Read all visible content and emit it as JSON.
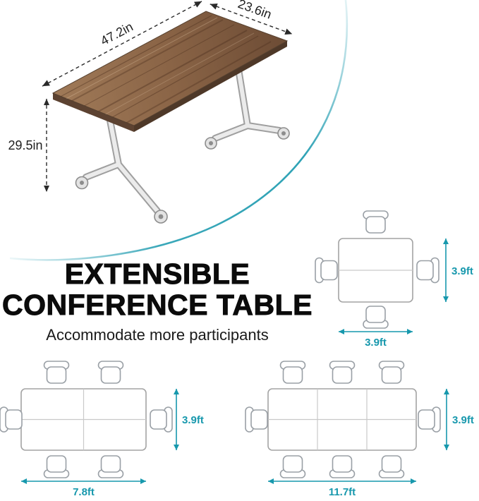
{
  "colors": {
    "accent": "#1798ad",
    "wood": "#8a6446",
    "headline": "#0b0b0b"
  },
  "product": {
    "length_label": "47.2in",
    "width_label": "23.6in",
    "height_label": "29.5in"
  },
  "headline": {
    "line1": "EXTENSIBLE",
    "line2": "CONFERENCE TABLE",
    "subtitle": "Accommodate more participants"
  },
  "layouts": {
    "four_seat": {
      "name": "4 seat square layout",
      "width_label": "3.9ft",
      "depth_label": "3.9ft"
    },
    "six_seat": {
      "name": "6 seat layout",
      "width_label": "7.8ft",
      "depth_label": "3.9ft"
    },
    "eight_seat": {
      "name": "8 seat layout",
      "width_label": "11.7ft",
      "depth_label": "3.9ft"
    }
  }
}
